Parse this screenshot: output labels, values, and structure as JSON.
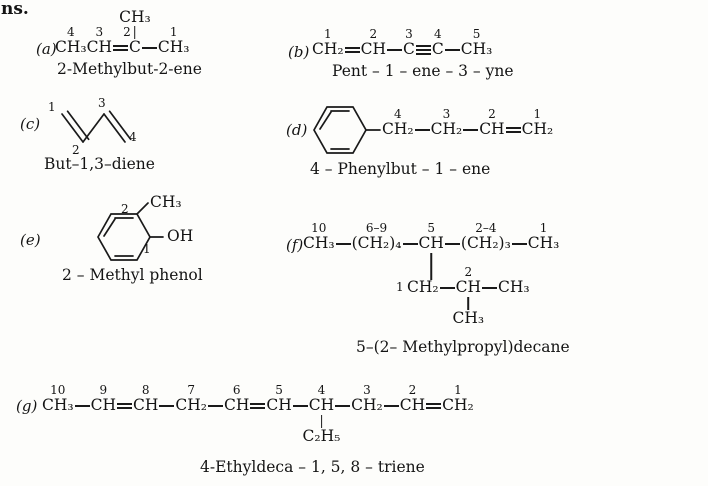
{
  "colors": {
    "ink": "#1a1a1a",
    "paper": "#fdfdfb"
  },
  "page": {
    "answer_label": "ns."
  },
  "structures": {
    "a": {
      "label": "(a)",
      "name": "2-Methylbut-2-ene",
      "chain": [
        {
          "num": "4",
          "text": "CH₃"
        },
        {
          "num": "3",
          "text": "CH"
        },
        {
          "bond": "double"
        },
        {
          "num": "2",
          "text": "C",
          "above": "CH₃"
        },
        {
          "bond": "single"
        },
        {
          "num": "1",
          "text": "CH₃"
        }
      ]
    },
    "b": {
      "label": "(b)",
      "name": "Pent – 1 – ene – 3 – yne",
      "chain": [
        {
          "num": "1",
          "text": "CH₂"
        },
        {
          "bond": "double"
        },
        {
          "num": "2",
          "text": "CH"
        },
        {
          "bond": "single"
        },
        {
          "num": "3",
          "text": "C"
        },
        {
          "bond": "triple"
        },
        {
          "num": "4",
          "text": "C"
        },
        {
          "bond": "single"
        },
        {
          "num": "5",
          "text": "CH₃"
        }
      ]
    },
    "c": {
      "label": "(c)",
      "name": "But–1,3–diene",
      "atom_numbers": [
        "1",
        "2",
        "3",
        "4"
      ]
    },
    "d": {
      "label": "(d)",
      "name": "4 – Phenylbut – 1 – ene",
      "chain": [
        {
          "num": "4",
          "text": "CH₂"
        },
        {
          "bond": "single"
        },
        {
          "num": "3",
          "text": "CH₂"
        },
        {
          "bond": "single"
        },
        {
          "num": "2",
          "text": "CH"
        },
        {
          "bond": "double"
        },
        {
          "num": "1",
          "text": "CH₂"
        }
      ]
    },
    "e": {
      "label": "(e)",
      "name": "2 – Methyl phenol",
      "substituent_top": "CH₃",
      "substituent_right": "OH",
      "position_top": "2",
      "position_right": "1"
    },
    "f": {
      "label": "(f)",
      "name": "5–(2– Methylpropyl)decane",
      "main_chain": [
        {
          "num": "10",
          "text": "CH₃"
        },
        {
          "bond": "single"
        },
        {
          "num": "6–9",
          "text": "(CH₂)₄"
        },
        {
          "bond": "single"
        },
        {
          "num": "5",
          "text": "CH",
          "below": ""
        },
        {
          "bond": "single"
        },
        {
          "num": "2–4",
          "text": "(CH₂)₃"
        },
        {
          "bond": "single"
        },
        {
          "num": "1",
          "text": "CH₃"
        }
      ],
      "branch_prefix_number": "1",
      "branch_chain": [
        {
          "text": "CH₂"
        },
        {
          "bond": "single"
        },
        {
          "num": "2",
          "text": "CH",
          "below": "CH₃"
        },
        {
          "bond": "single"
        },
        {
          "text": "CH₃"
        }
      ]
    },
    "g": {
      "label": "(g)",
      "name": "4-Ethyldeca – 1, 5, 8 – triene",
      "chain": [
        {
          "num": "10",
          "text": "CH₃"
        },
        {
          "bond": "single"
        },
        {
          "num": "9",
          "text": "CH"
        },
        {
          "bond": "double"
        },
        {
          "num": "8",
          "text": "CH"
        },
        {
          "bond": "single"
        },
        {
          "num": "7",
          "text": "CH₂"
        },
        {
          "bond": "single"
        },
        {
          "num": "6",
          "text": "CH"
        },
        {
          "bond": "double"
        },
        {
          "num": "5",
          "text": "CH"
        },
        {
          "bond": "single"
        },
        {
          "num": "4",
          "text": "CH",
          "below": "C₂H₅"
        },
        {
          "bond": "single"
        },
        {
          "num": "3",
          "text": "CH₂"
        },
        {
          "bond": "single"
        },
        {
          "num": "2",
          "text": "CH"
        },
        {
          "bond": "double"
        },
        {
          "num": "1",
          "text": "CH₂"
        }
      ]
    }
  }
}
